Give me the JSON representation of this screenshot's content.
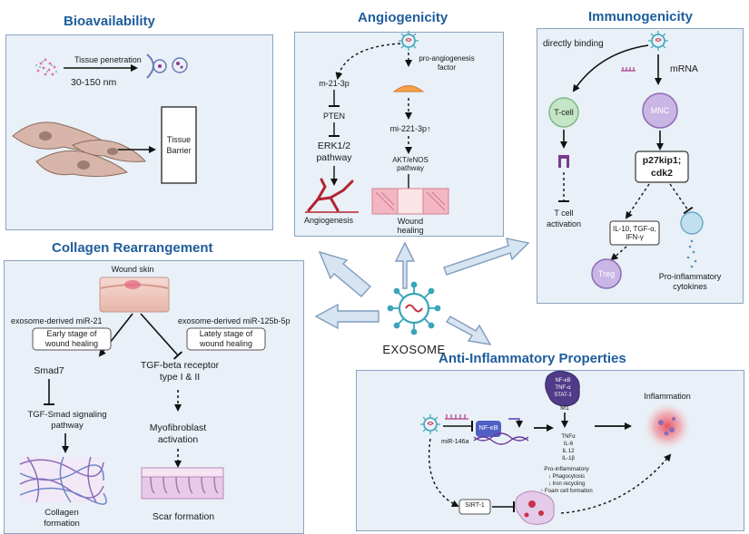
{
  "sections": {
    "bioavailability": {
      "title": "Bioavailability",
      "penetration": "Tissue penetration",
      "size": "30-150 nm",
      "barrier_line1": "Tissue",
      "barrier_line2": "Barrier"
    },
    "angiogenicity": {
      "title": "Angiogenicity",
      "pro_factor_line1": "pro-angiogenesis",
      "pro_factor_line2": "factor",
      "mir21": "m-21-3p",
      "pten": "PTEN",
      "erk_line1": "ERK1/2",
      "erk_line2": "pathway",
      "angiogenesis": "Angiogenesis",
      "mir221": "mi-221-3p↑",
      "akt_line1": "AKT/eNOS",
      "akt_line2": "pathway",
      "wound_line1": "Wound",
      "wound_line2": "healing"
    },
    "immunogenicity": {
      "title": "Immunogenicity",
      "directly_binding": "directly binding",
      "mrna": "mRNA",
      "tcell": "T-cell",
      "mnc": "MNC",
      "p27_line1": "p27kip1;",
      "p27_line2": "cdk2",
      "tact_line1": "T cell",
      "tact_line2": "activation",
      "il_line1": "IL-10, TGF-α,",
      "il_line2": "IFN-γ",
      "treg": "Treg",
      "pro_line1": "Pro-inflammatory",
      "pro_line2": "cytokines"
    },
    "collagen": {
      "title": "Collagen Rearrangement",
      "wound_skin": "Wound skin",
      "mir21": "exosome-derived miR-21",
      "mir125": "exosome-derived miR-125b-5p",
      "early_line1": "Early stage of",
      "early_line2": "wound healing",
      "late_line1": "Lately stage of",
      "late_line2": "wound healing",
      "smad7": "Smad7",
      "tgfr_line1": "TGF-beta receptor",
      "tgfr_line2": "type I & II",
      "tgfsmad_line1": "TGF-Smad signaling",
      "tgfsmad_line2": "pathway",
      "myo_line1": "Myofibroblast",
      "myo_line2": "activation",
      "collagen_line1": "Collagen",
      "collagen_line2": "formation",
      "scar": "Scar formation"
    },
    "center": {
      "exosome": "EXOSOME"
    },
    "anti": {
      "title": "Anti-Inflammatory Properties",
      "mir146": "miR-146a",
      "nfkb": "NF-κB",
      "m1_line1": "NF-κB",
      "m1_line2": "TNF-α",
      "m1_line3": "STAT-1",
      "m1": "M1",
      "inflammation": "Inflammation",
      "cyt1": "TNFα",
      "cyt2": "IL-6",
      "cyt3": "IL 12",
      "cyt4": "IL-1β",
      "pro_inf": "Pro-inflammatory",
      "eff1": "↓ Phagocytosis",
      "eff2": "↓ Iron recycling",
      "eff3": "↑ Foam cell formation",
      "sirt": "SIRT-1"
    }
  },
  "colors": {
    "title": "#1f5d9c",
    "panel_fill": "#e9f0f7",
    "panel_border": "#8aa3c0",
    "arrow_fill": "#d7e4f1",
    "arrow_stroke": "#7f9cbd",
    "exosome_teal": "#3aa6b9",
    "virus_red": "#c8324a",
    "cell_purple": "#8d6ab8"
  }
}
